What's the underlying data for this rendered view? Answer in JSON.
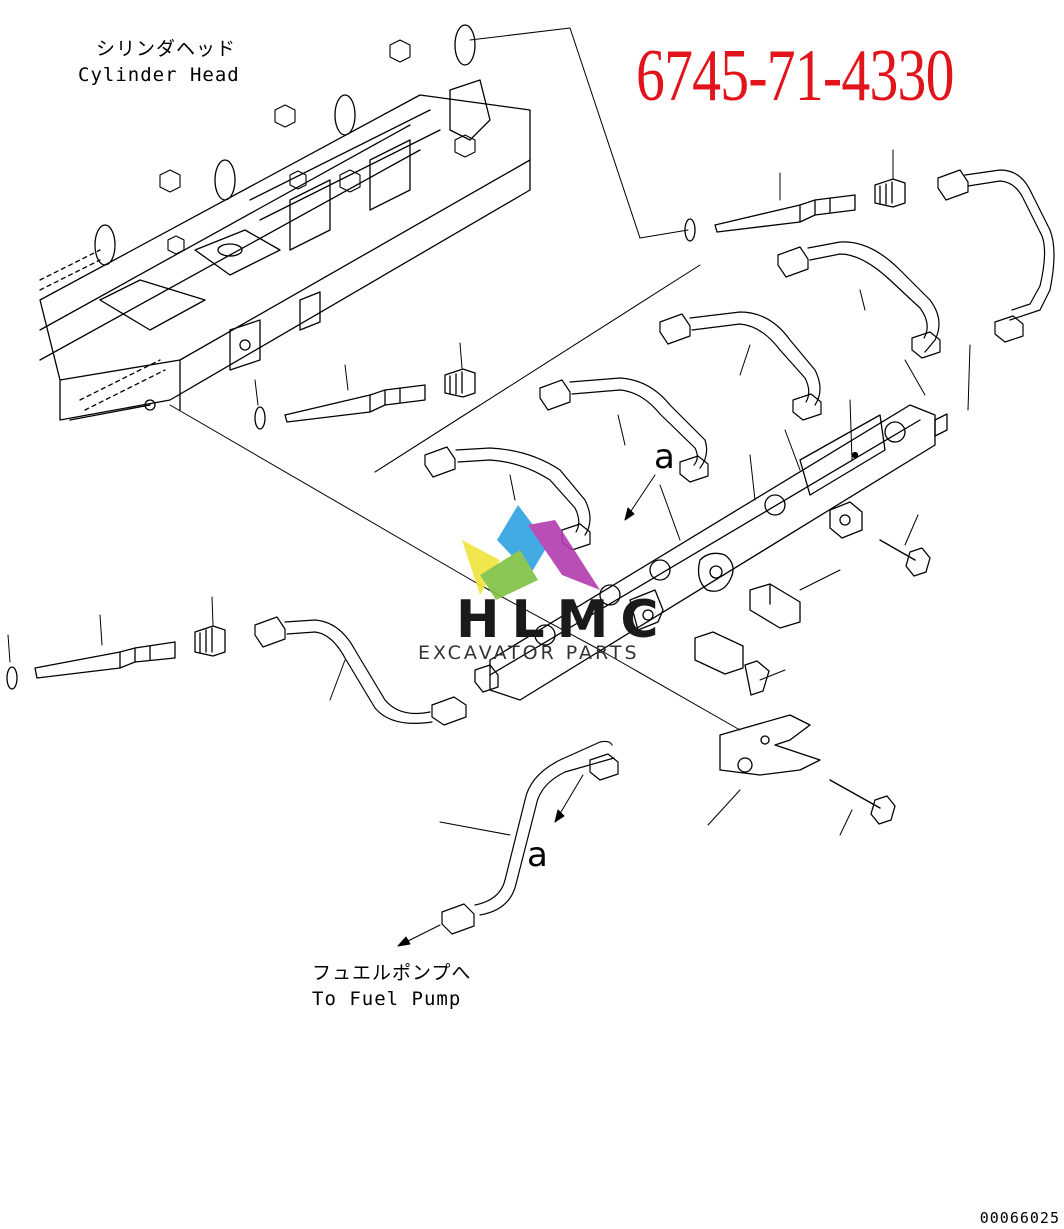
{
  "part_number": "6745-71-4330",
  "labels": {
    "cylinder_head_jp": "シリンダヘッド",
    "cylinder_head_en": "Cylinder Head",
    "fuel_pump_jp": "フュエルポンプへ",
    "fuel_pump_en": "To Fuel Pump",
    "ref_a_upper": "a",
    "ref_a_lower": "a"
  },
  "watermark": {
    "brand": "HLMC",
    "tagline": "EXCAVATOR PARTS",
    "colors": [
      "#2ea3e0",
      "#f0e43a",
      "#b23bb0",
      "#7fc242"
    ]
  },
  "footer_code": "00066025",
  "colors": {
    "part_number": "#e2141b",
    "line_art": "#000000",
    "background": "#ffffff"
  }
}
